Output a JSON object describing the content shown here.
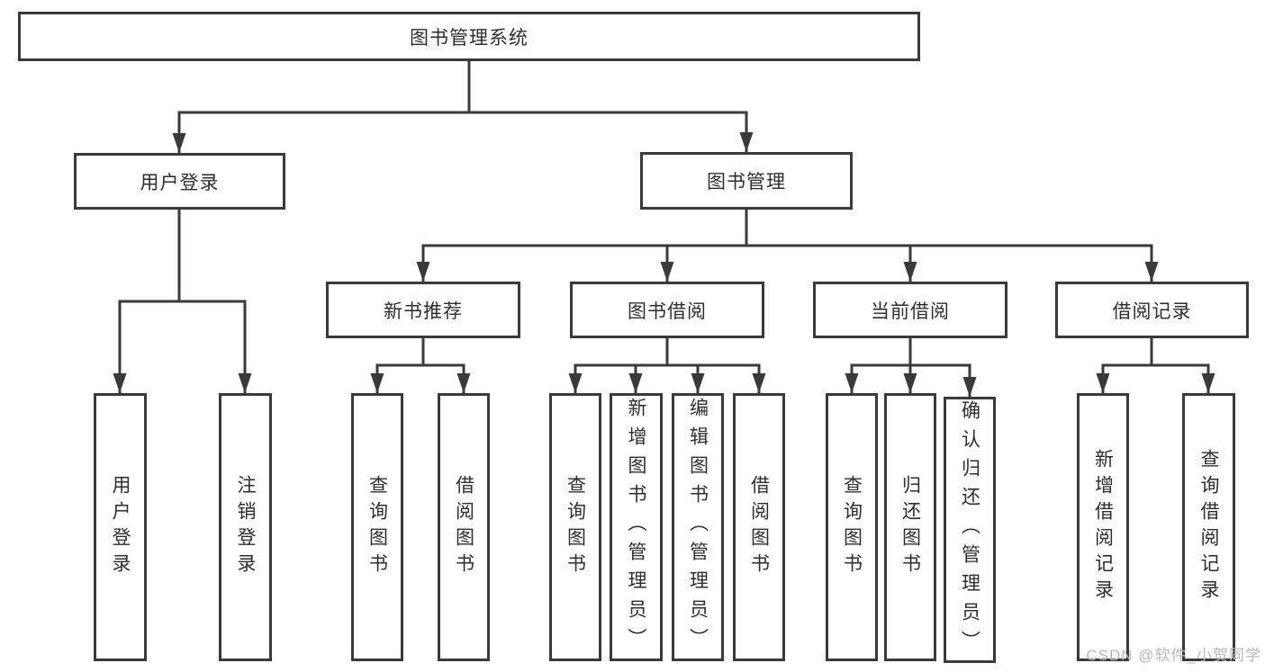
{
  "colors": {
    "line": "#3a3a3a",
    "text": "#2e2e2e",
    "watermark": "#b9b9b9",
    "background": "#ffffff"
  },
  "watermark": {
    "text": "CSDN @软件_小贺同学"
  },
  "diagram": {
    "type": "hierarchy-tree",
    "root": {
      "label": "图书管理系统"
    },
    "branches": [
      {
        "label": "用户登录",
        "children": [
          {
            "label": "用户登录"
          },
          {
            "label": "注销登录"
          }
        ]
      },
      {
        "label": "图书管理",
        "children": [
          {
            "label": "新书推荐",
            "children": [
              {
                "label": "查询图书"
              },
              {
                "label": "借阅图书"
              }
            ]
          },
          {
            "label": "图书借阅",
            "children": [
              {
                "label": "查询图书"
              },
              {
                "label": "新增图书（管理员）"
              },
              {
                "label": "编辑图书（管理员）"
              },
              {
                "label": "借阅图书"
              }
            ]
          },
          {
            "label": "当前借阅",
            "children": [
              {
                "label": "查询图书"
              },
              {
                "label": "归还图书"
              },
              {
                "label": "确认归还（管理员）"
              }
            ]
          },
          {
            "label": "借阅记录",
            "children": [
              {
                "label": "新增借阅记录"
              },
              {
                "label": "查询借阅记录"
              }
            ]
          }
        ]
      }
    ]
  }
}
